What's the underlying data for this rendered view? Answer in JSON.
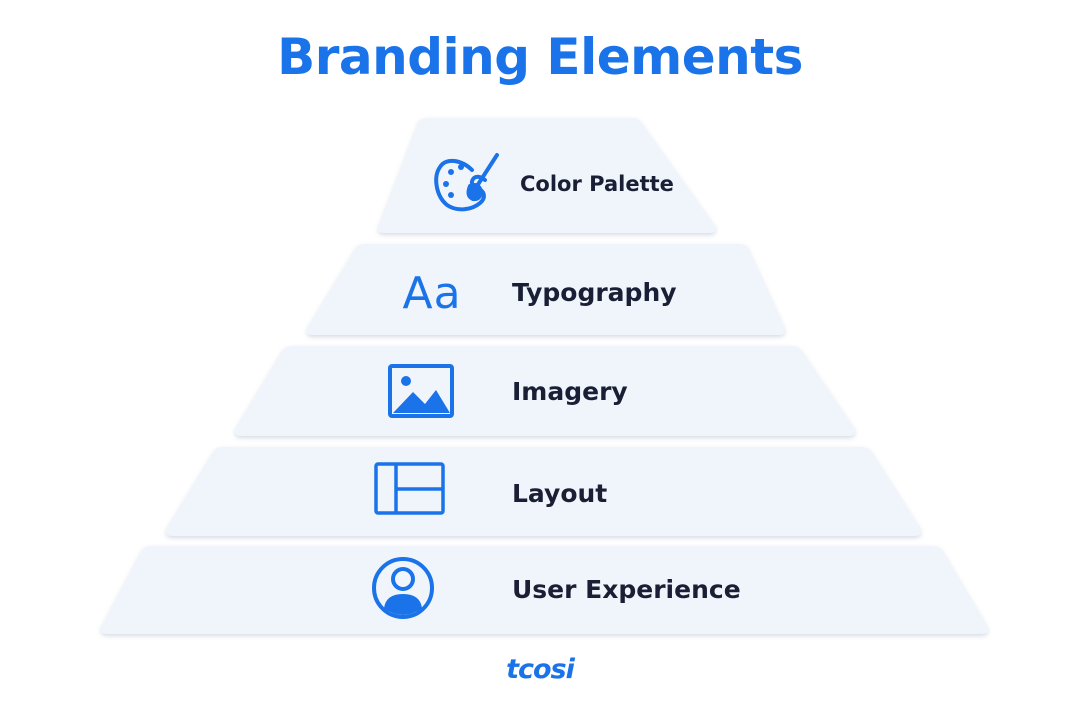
{
  "title": "Branding Elements",
  "accent_color": "#1a73e8",
  "tier_fill_color": "#f0f5fc",
  "tiers": [
    {
      "label": "Color Palette",
      "icon": "palette-icon"
    },
    {
      "label": "Typography",
      "icon": "typography-icon",
      "icon_text": "Aa"
    },
    {
      "label": "Imagery",
      "icon": "image-icon"
    },
    {
      "label": "Layout",
      "icon": "layout-icon"
    },
    {
      "label": "User Experience",
      "icon": "user-icon"
    }
  ],
  "logo": "tcosi"
}
